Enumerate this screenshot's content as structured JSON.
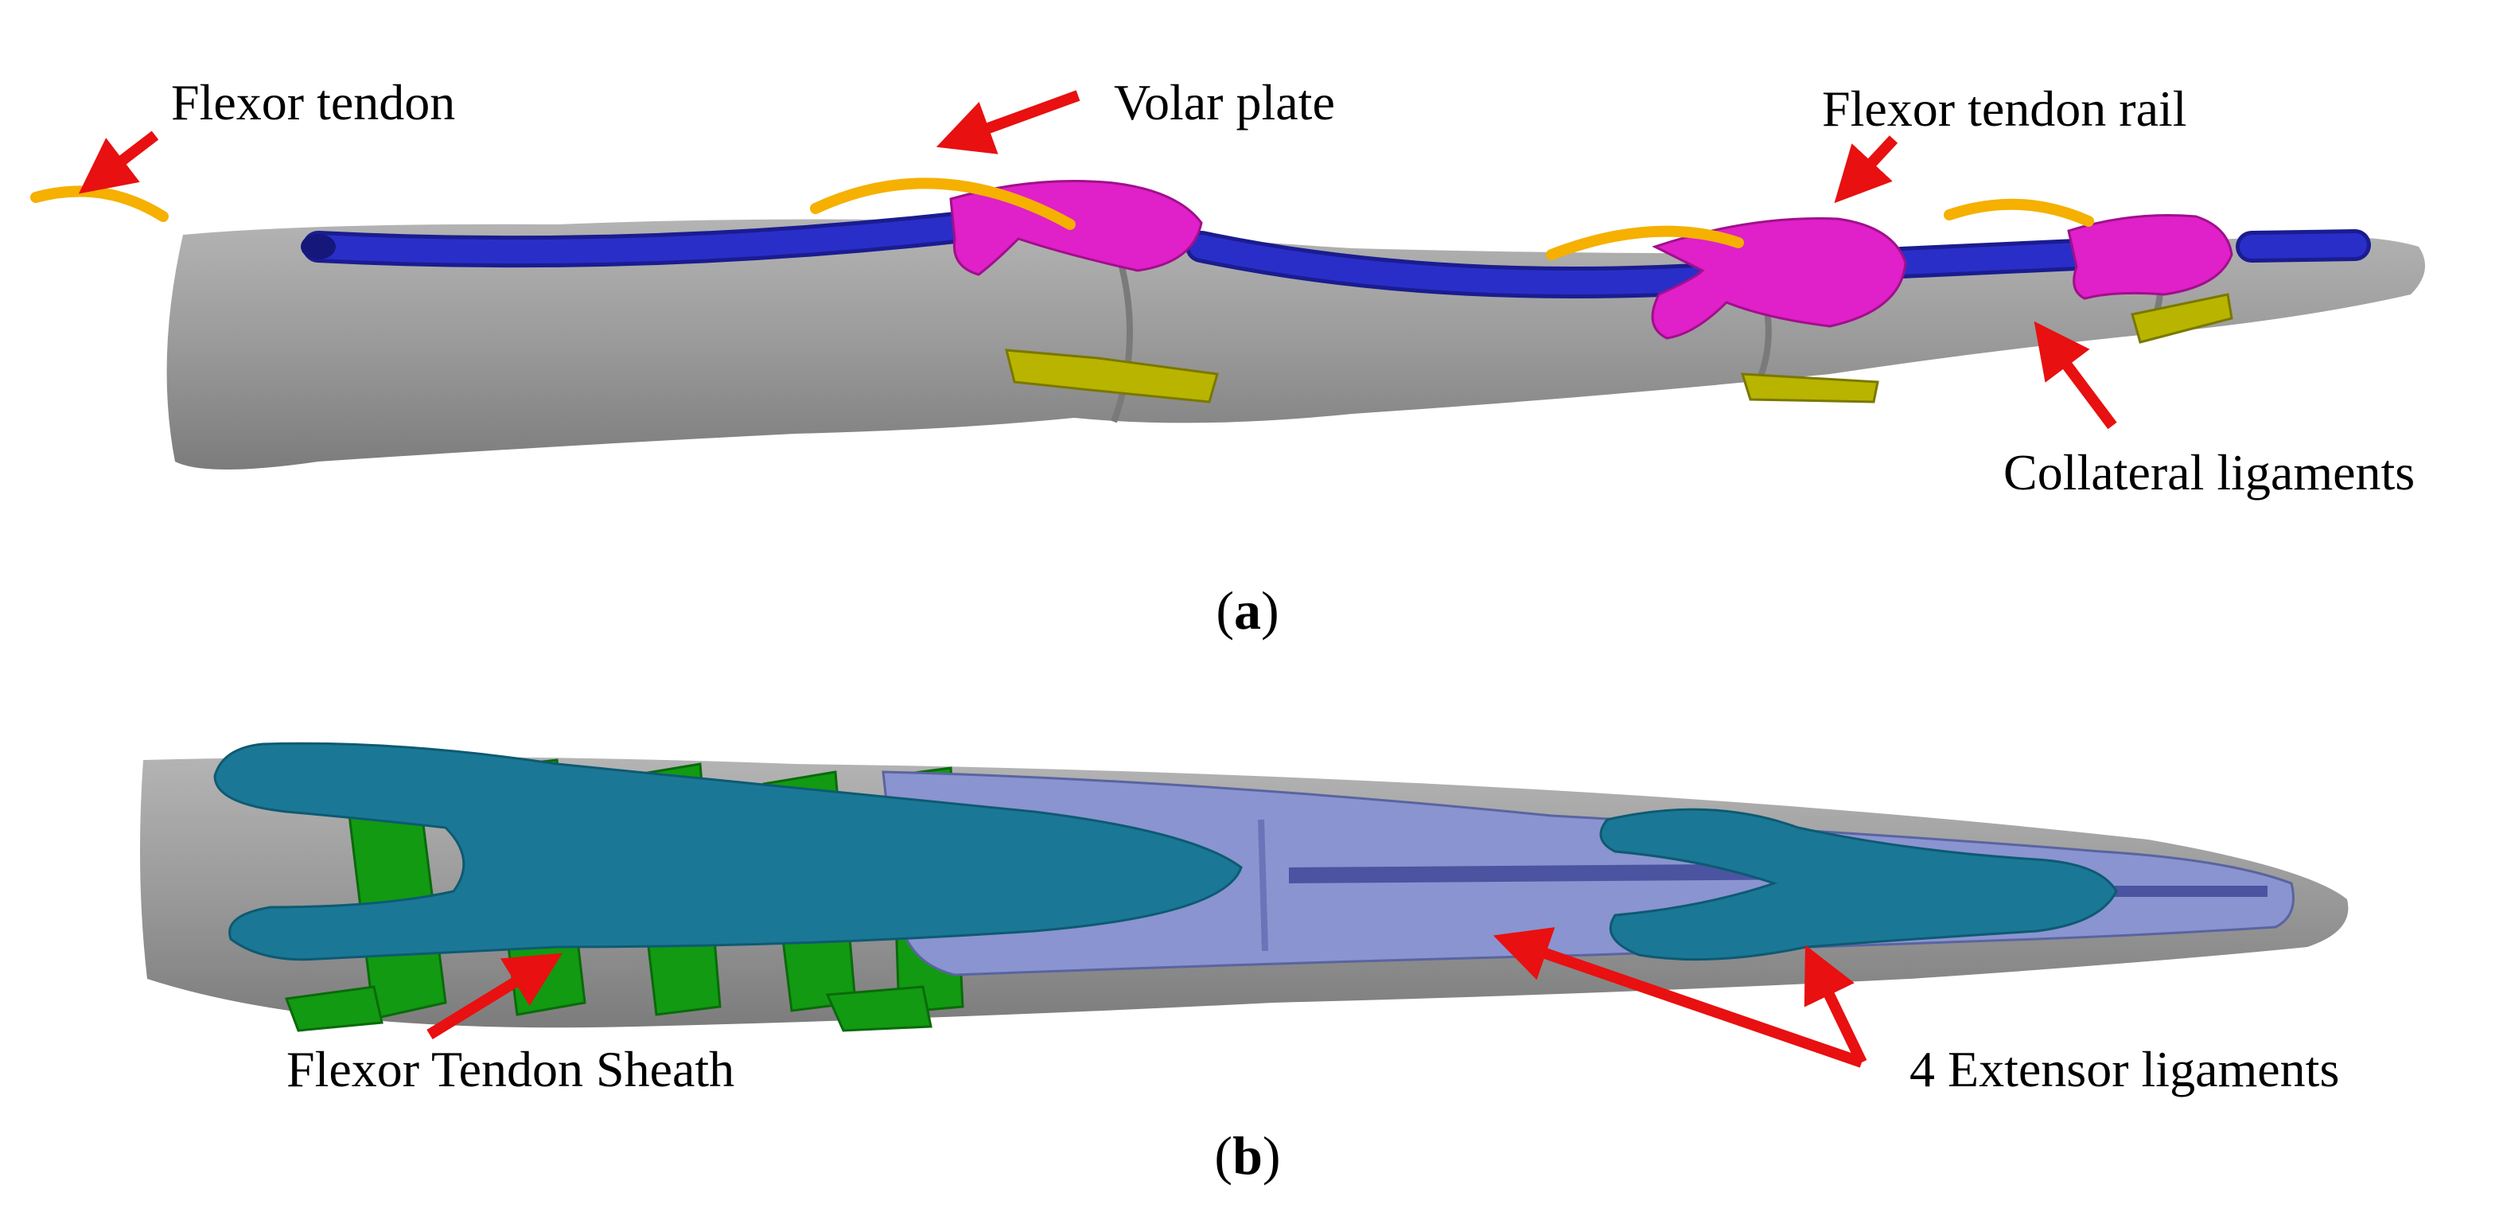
{
  "panel_a": {
    "caption_open": "(",
    "caption_letter": "a",
    "caption_close": ")",
    "labels": {
      "flexor_tendon": "Flexor tendon",
      "volar_plate": "Volar plate",
      "flexor_tendon_rail": "Flexor tendon rail",
      "collateral_ligaments": "Collateral ligaments"
    }
  },
  "panel_b": {
    "caption_open": "(",
    "caption_letter": "b",
    "caption_close": ")",
    "labels": {
      "flexor_tendon_sheath": "Flexor Tendon Sheath",
      "extensor_ligaments": "4 Extensor ligaments"
    }
  },
  "colors": {
    "bone": "#9a9a9a",
    "tendon_rail_tube": "#2a2ec8",
    "volar_plate": "#e020c8",
    "flexor_tendon": "#f5b000",
    "collateral_ligament": "#b8b400",
    "sheath": "#129a12",
    "extensor_dark": "#1a7896",
    "extensor_light": "#8a94d0",
    "arrow": "#e81010"
  }
}
